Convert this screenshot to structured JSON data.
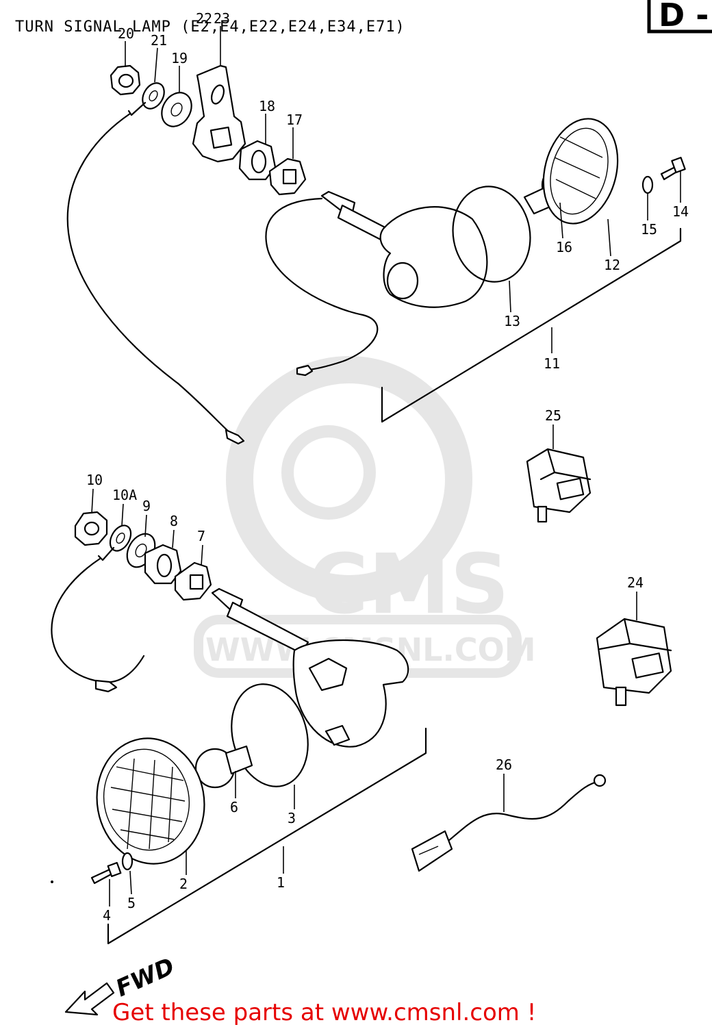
{
  "title": "TURN SIGNAL LAMP (E2,E4,E22,E24,E34,E71)",
  "section_label": "D -",
  "direction_label": "FWD",
  "watermark": {
    "brand": "CMS",
    "url": "WWW.CMSNL.COM"
  },
  "promo_text": "Get these parts at www.cmsnl.com !",
  "callouts": [
    "20",
    "21",
    "19",
    "22",
    "23",
    "18",
    "17",
    "14",
    "15",
    "16",
    "12",
    "13",
    "11",
    "25",
    "10",
    "10A",
    "9",
    "8",
    "7",
    "24",
    "26",
    "6",
    "3",
    "2",
    "1",
    "4",
    "5"
  ],
  "colors": {
    "promo": "#e60000",
    "watermark": "#e6e6e6",
    "ink": "#000000"
  }
}
